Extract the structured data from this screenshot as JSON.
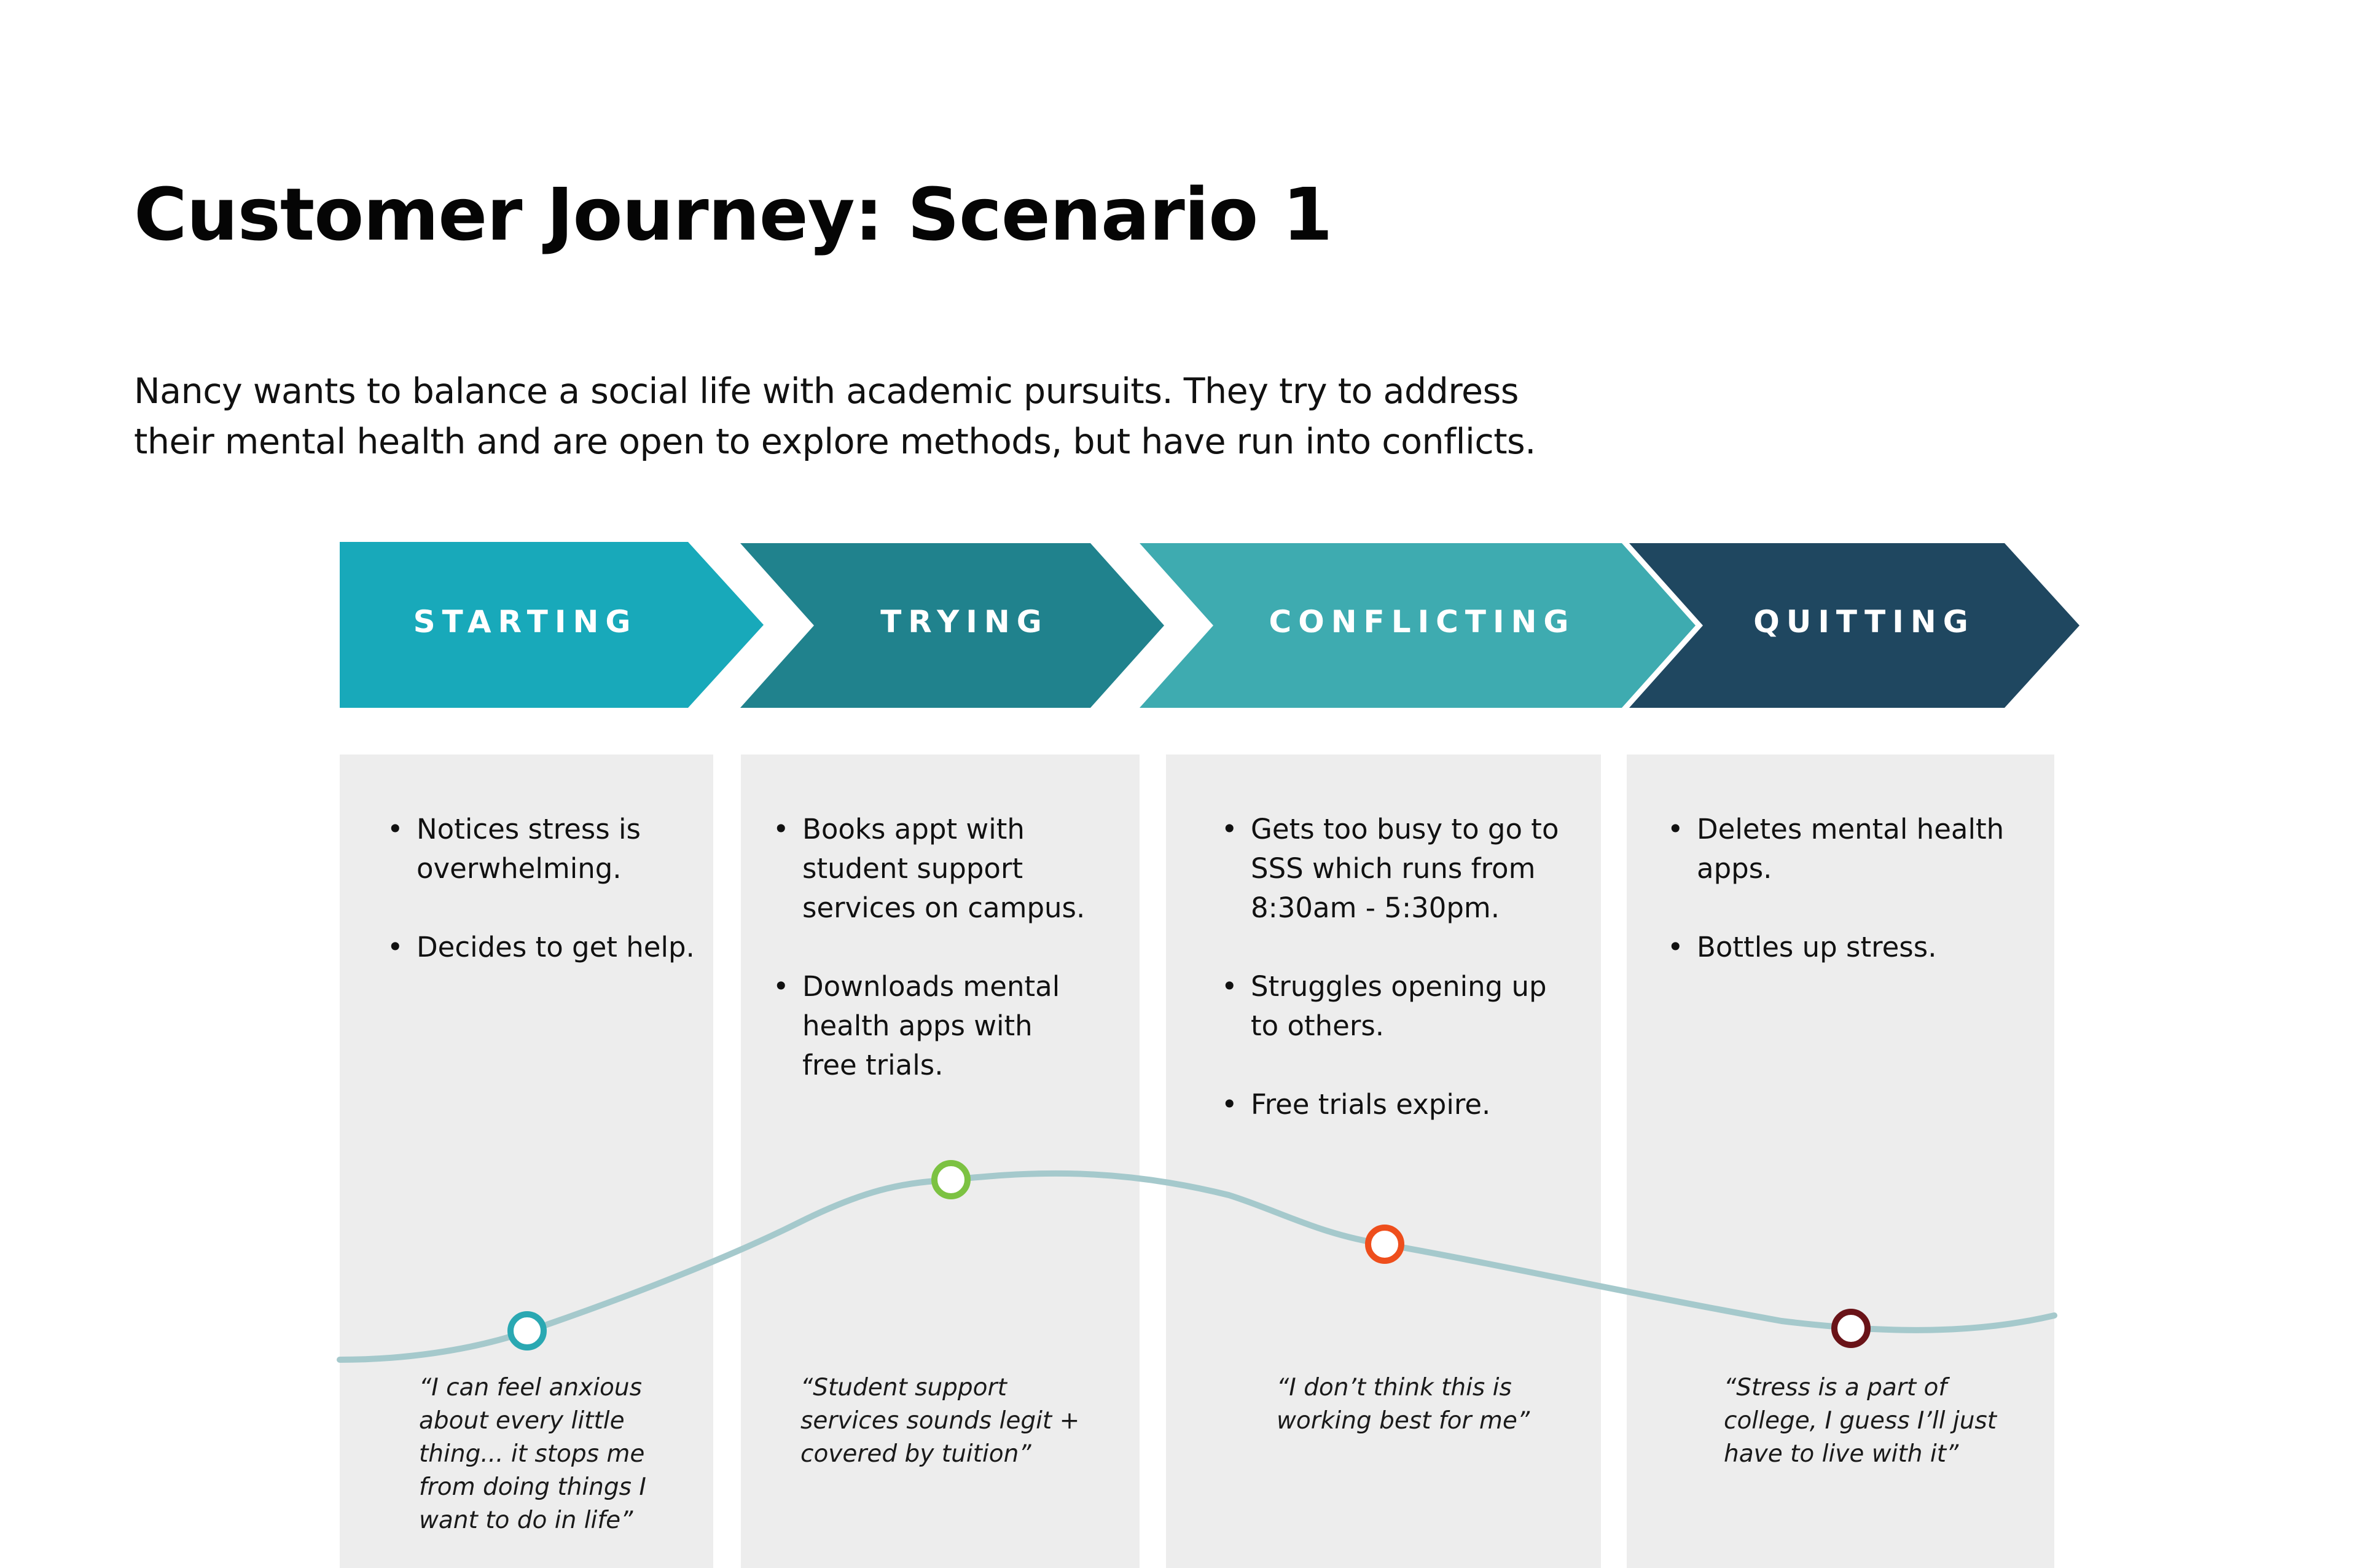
{
  "page": {
    "title": "Customer Journey: Scenario 1",
    "description_line1": "Nancy wants to balance a social life with academic pursuits. They try to address",
    "description_line2": "their mental health and are open to explore methods, but have run into conflicts."
  },
  "stages": [
    {
      "label": "STARTING",
      "color": "#18a9ba",
      "bullets": [
        "Notices stress is overwhelming.",
        "Decides to get help."
      ],
      "quote": "“I can feel anxious about every little thing... it stops me from doing things I want to do in life”",
      "marker_color": "#2aa8b2"
    },
    {
      "label": "TRYING",
      "color": "#20828d",
      "bullets": [
        "Books appt with student support services on campus.",
        "Downloads mental health apps with free trials."
      ],
      "quote": "“Student support services sounds legit + covered by tuition”",
      "marker_color": "#7cc242"
    },
    {
      "label": "CONFLICTING",
      "color": "#3eabb0",
      "bullets": [
        "Gets too busy to go to SSS which runs from 8:30am - 5:30pm.",
        "Struggles opening up to others.",
        "Free trials expire."
      ],
      "quote": "“I don’t think this is working best for me”",
      "marker_color": "#ee4e1c"
    },
    {
      "label": "QUITTING",
      "color": "#1f4760",
      "bullets": [
        "Deletes mental health apps.",
        "Bottles up stress."
      ],
      "quote": "“Stress is a part of college, I guess I’ll just have to live with it”",
      "marker_color": "#6a1318"
    }
  ],
  "colors": {
    "panel_background": "#ededed",
    "journey_curve": "#a5c9cc"
  }
}
